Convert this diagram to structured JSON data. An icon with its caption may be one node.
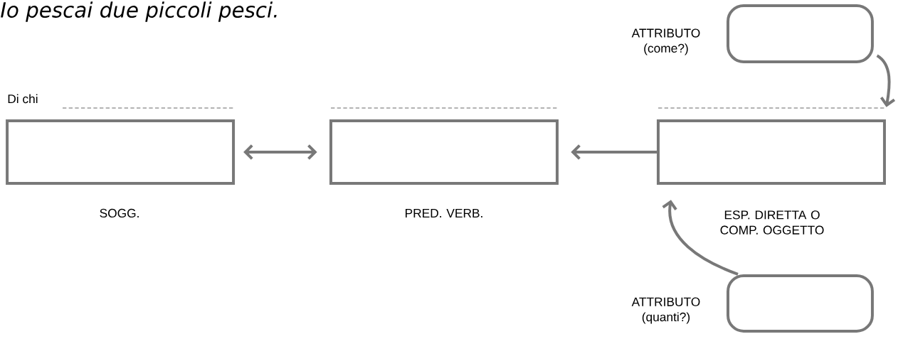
{
  "diagram": {
    "nodes": [
      {
        "text": [],
        "shape": "box",
        "beside": [
          "SOGG."
        ]
      },
      {
        "text": [],
        "shape": "box",
        "beside": [
          "PRED. VERB."
        ]
      },
      {
        "text": [],
        "shape": "box",
        "beside": [
          "ESP. DIRETTA O COMP. OGGETTO"
        ]
      },
      {
        "text": [],
        "shape": "box",
        "beside": [
          "ATTRIBUTO (come?)"
        ]
      },
      {
        "text": [],
        "shape": "box",
        "beside": [
          "ATTRIBUTO (quanti?)"
        ]
      }
    ],
    "edges": [
      {
        "from": 0,
        "to": 1,
        "arrow": "both"
      },
      {
        "from": 2,
        "to": 1,
        "arrow": "to"
      },
      {
        "from": 3,
        "to": 2,
        "arrow": "to"
      },
      {
        "from": 4,
        "to": 2,
        "arrow": "to"
      }
    ],
    "labels": [
      "Io pescai due piccoli pesci.",
      "Di chi"
    ]
  }
}
